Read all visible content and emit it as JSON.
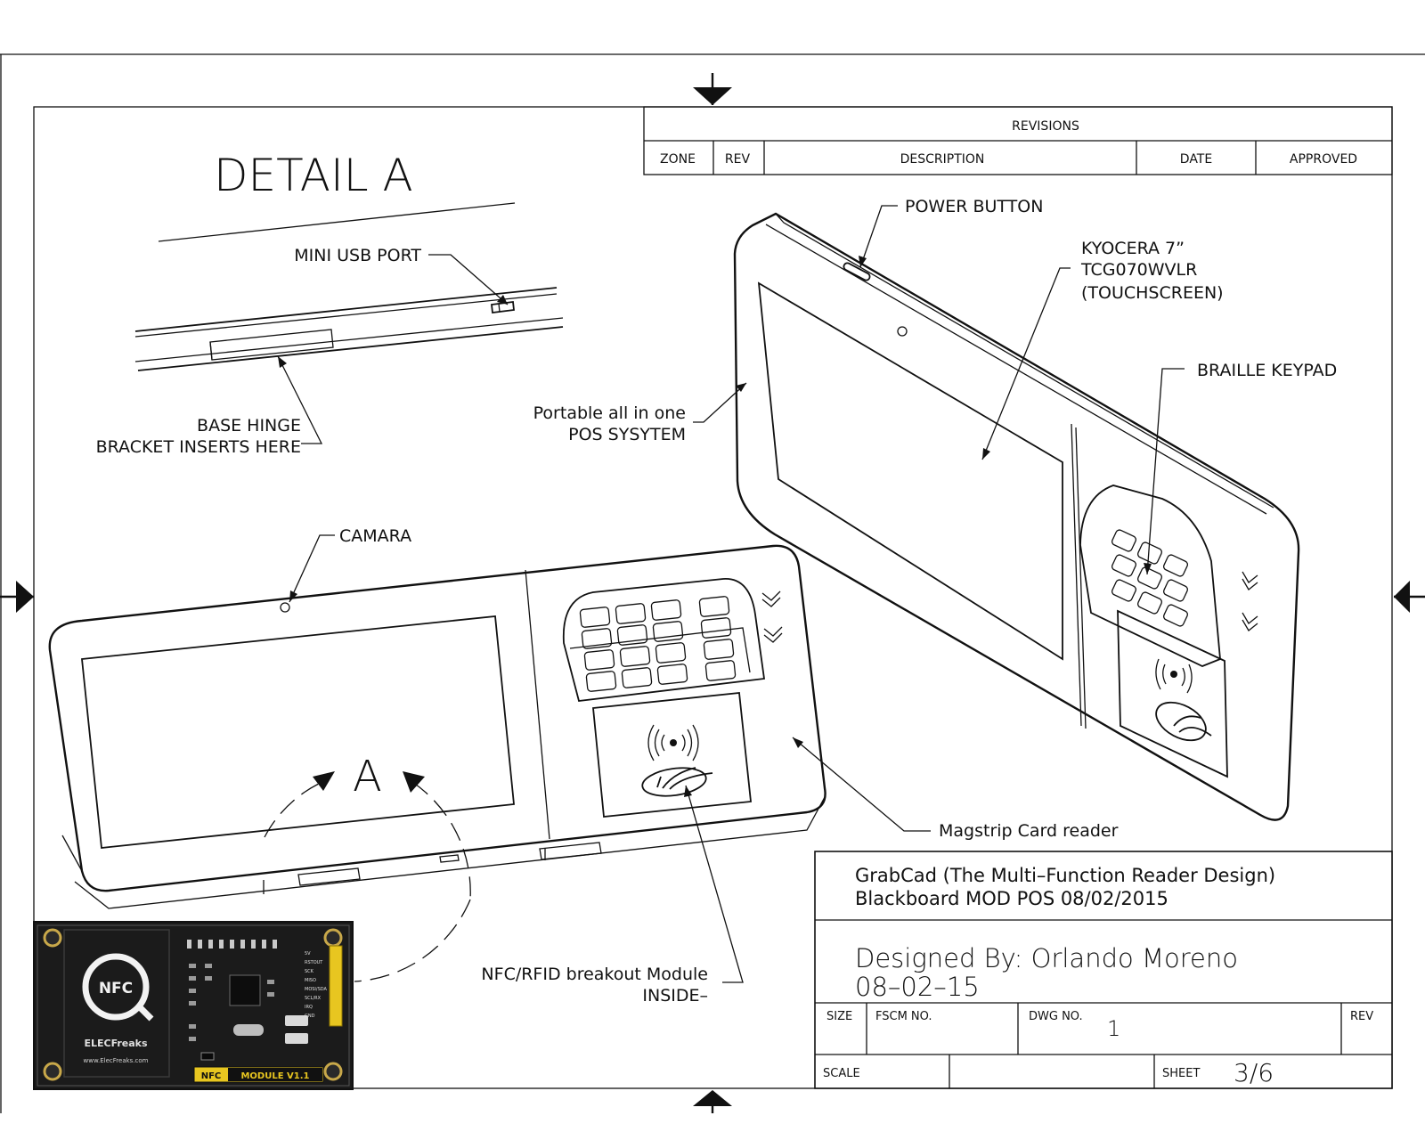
{
  "detail_title": "DETAIL  A",
  "revisions": {
    "title": "REVISIONS",
    "columns": [
      "ZONE",
      "REV",
      "DESCRIPTION",
      "DATE",
      "APPROVED"
    ]
  },
  "callouts": {
    "mini_usb_port": "MINI  USB  PORT",
    "base_hinge_1": "BASE  HINGE",
    "base_hinge_2": "BRACKET  INSERTS  HERE",
    "power_button": "POWER  BUTTON",
    "screen_1": "KYOCERA  7”",
    "screen_2": "TCG070WVLR",
    "screen_3": "(TOUCHSCREEN)",
    "braille_keypad": "BRAILLE  KEYPAD",
    "portable_1": "Portable  all  in  one",
    "portable_2": "POS  SYSYTEM",
    "camara": "CAMARA",
    "detail_marker": "A",
    "magstrip": "Magstrip  Card  reader",
    "nfc_1": "NFC/RFID  breakout  Module",
    "nfc_2": "INSIDE–"
  },
  "nfc_module": {
    "badge": "NFC",
    "brand": "ELECFreaks",
    "url": "www.ElecFreaks.com",
    "label_a": "NFC",
    "label_b": "MODULE V1.1",
    "pins": [
      "5V",
      "RSTOUT",
      "SCK",
      "MISO",
      "MOSI/SDA",
      "SCL/RX",
      "IRQ",
      "GND"
    ],
    "board_color": "#1b1b1b",
    "header_color": "#e8c620"
  },
  "title_block": {
    "title_1": "GrabCad  (The  Multi–Function  Reader  Design)",
    "title_2": "Blackboard  MOD  POS  08/02/2015",
    "designer": "Designed  By:  Orlando  Moreno",
    "design_date": "08–02–15",
    "size_label": "SIZE",
    "fscm_label": "FSCM  NO.",
    "dwg_label": "DWG  NO.",
    "dwg_value": "1",
    "rev_label": "REV",
    "scale_label": "SCALE",
    "sheet_label": "SHEET",
    "sheet_value": "3/6"
  }
}
